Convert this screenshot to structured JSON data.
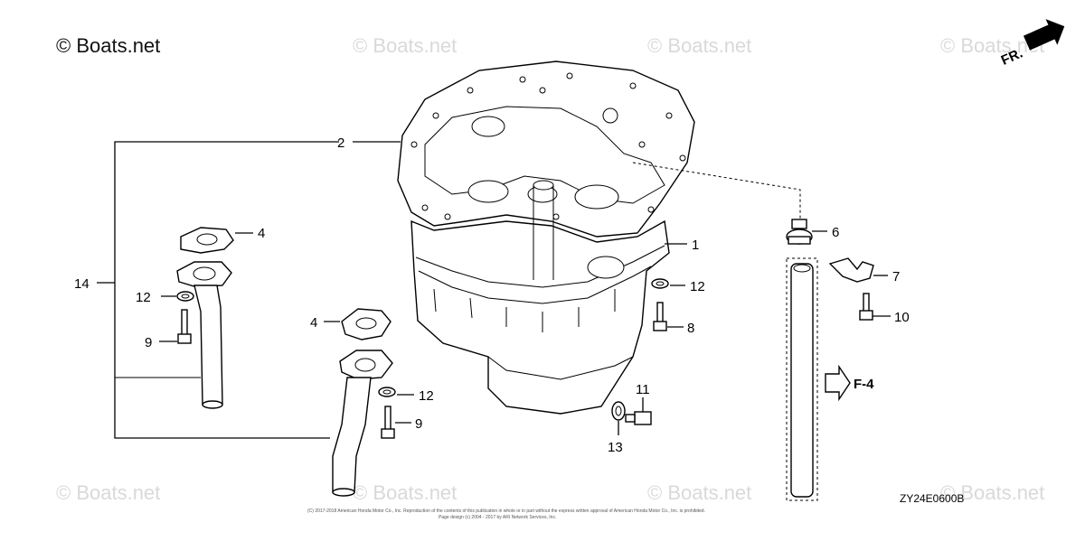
{
  "watermarks": {
    "main": "© Boats.net",
    "repeat": "© Boats.net"
  },
  "direction_marker": {
    "label": "FR."
  },
  "reference": {
    "label": "F-4"
  },
  "diagram_code": "ZY24E0600B",
  "copyright_line1": "(C) 2017-2018 American Honda Motor Co., Inc. Reproduction of the contents of this publication in whole or in part without the express written approval of American Honda Motor Co., Inc. is prohibited.",
  "copyright_line2": "Page design (c) 2004 - 2017 by ARI Network Services, Inc.",
  "parts": {
    "p1": "1",
    "p2": "2",
    "p4a": "4",
    "p4b": "4",
    "p6": "6",
    "p7": "7",
    "p8": "8",
    "p9a": "9",
    "p9b": "9",
    "p10": "10",
    "p11": "11",
    "p12a": "12",
    "p12b": "12",
    "p12c": "12",
    "p13": "13",
    "p14": "14"
  }
}
